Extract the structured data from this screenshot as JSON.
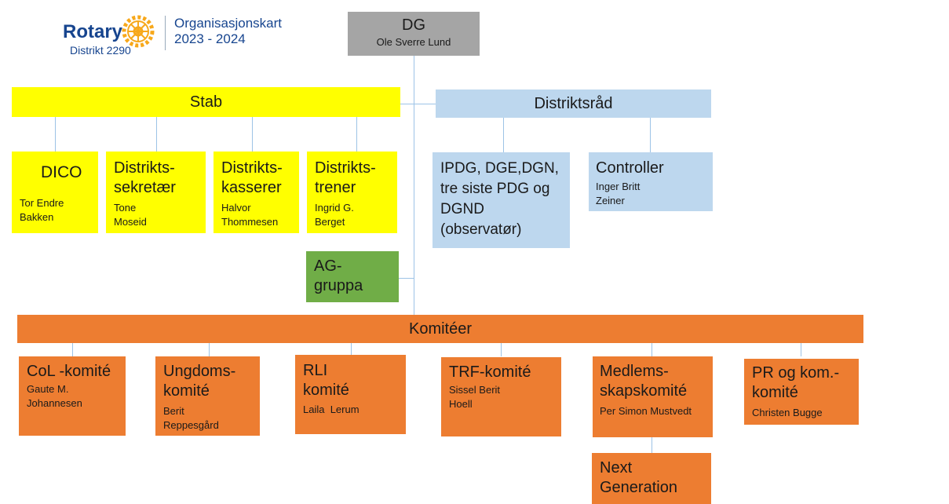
{
  "logo": {
    "brand": "Rotary",
    "district": "Distrikt 2290",
    "title_line1": "Organisasjonskart",
    "title_line2": "2023 - 2024"
  },
  "dg": {
    "title": "DG",
    "name": "Ole Sverre Lund"
  },
  "stab": {
    "label": "Stab",
    "members": [
      {
        "title": "DICO",
        "name": "Tor Endre\nBakken"
      },
      {
        "title": "Distrikts-\nsekretær",
        "name": "Tone\nMoseid"
      },
      {
        "title": "Distrikts-\nkasserer",
        "name": "Halvor\nThommesen"
      },
      {
        "title": "Distrikts-\ntrener",
        "name": "Ingrid G.\nBerget"
      }
    ]
  },
  "distriktsrad": {
    "label": "Distriktsråd",
    "members": [
      {
        "title": "IPDG, DGE,DGN,\ntre siste PDG og\nDGND\n(observatør)"
      },
      {
        "title": "Controller",
        "name": "Inger Britt\nZeiner"
      }
    ]
  },
  "ag": {
    "title": "AG-\ngruppa"
  },
  "komiteer": {
    "label": "Komitéer",
    "members": [
      {
        "title": "CoL -komité",
        "name": "Gaute M.\nJohannesen"
      },
      {
        "title": "Ungdoms-\nkomité",
        "name": "Berit\nReppesgård"
      },
      {
        "title": "RLI\nkomité",
        "name": "Laila  Lerum"
      },
      {
        "title": "TRF-komité",
        "name": "Sissel Berit\nHoell"
      },
      {
        "title": "Medlems-\nskapskomité",
        "name": "Per Simon Mustvedt"
      },
      {
        "title": "PR og kom.-\nkomité",
        "name": "Christen Bugge"
      }
    ],
    "sub": {
      "title": "Next\nGeneration"
    }
  },
  "colors": {
    "yellow": "#ffff00",
    "blue": "#bdd7ee",
    "orange": "#ed7d31",
    "green": "#70ad47",
    "gray": "#a5a5a5",
    "rotary_blue": "#17458f",
    "rotary_gold": "#f7a81b"
  }
}
